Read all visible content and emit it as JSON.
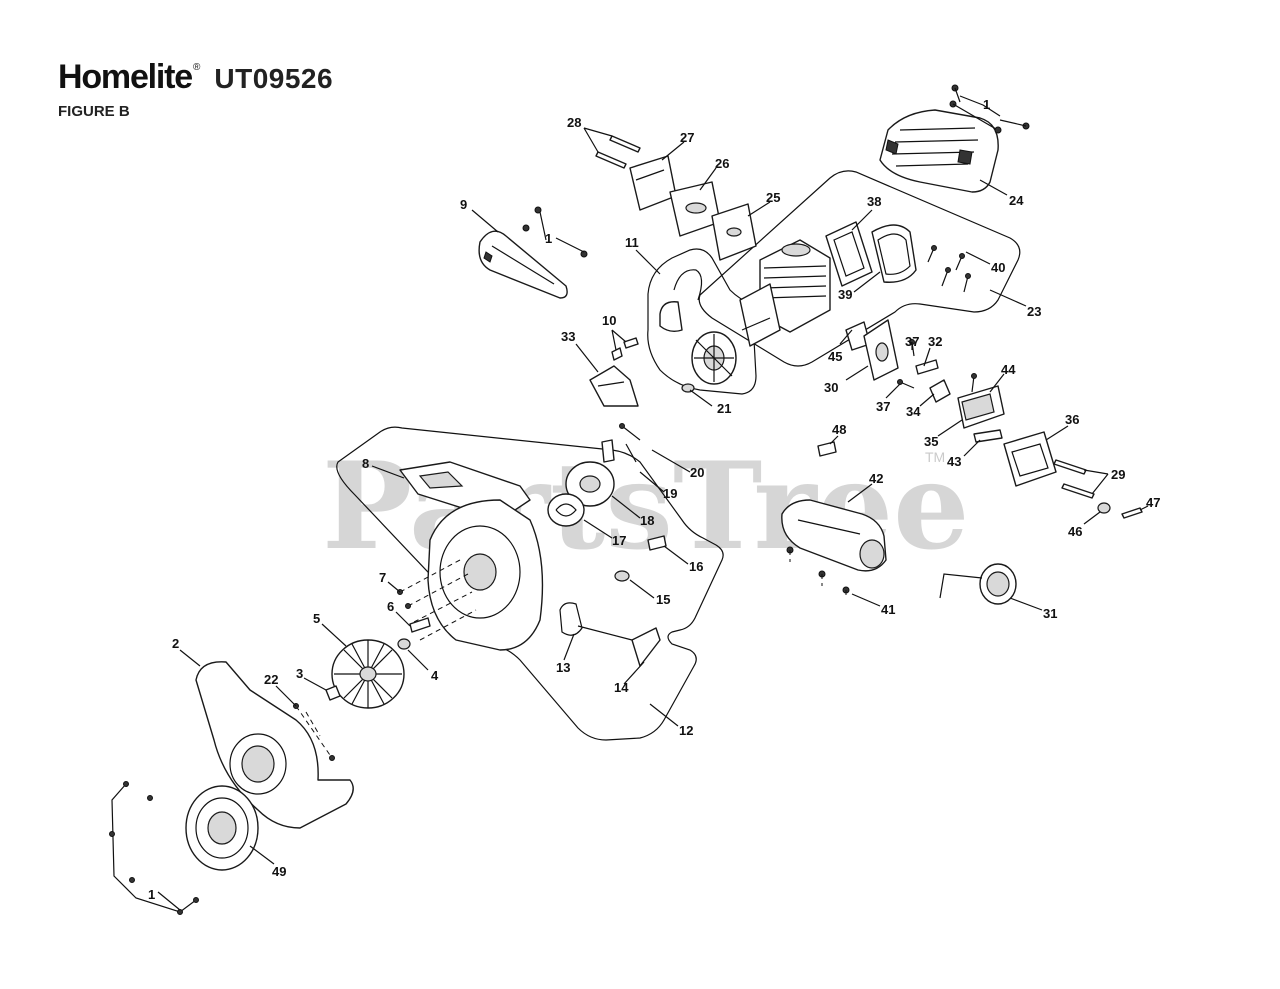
{
  "header": {
    "brand": "Homelite",
    "registered_mark": "®",
    "model": "UT09526",
    "figure": "FIGURE B"
  },
  "watermark": {
    "text": "PartsTree",
    "trademark": "TM"
  },
  "callouts": [
    "1",
    "2",
    "3",
    "4",
    "5",
    "6",
    "7",
    "8",
    "9",
    "10",
    "11",
    "12",
    "13",
    "14",
    "15",
    "16",
    "17",
    "18",
    "19",
    "20",
    "21",
    "22",
    "23",
    "24",
    "25",
    "26",
    "27",
    "28",
    "29",
    "30",
    "31",
    "32",
    "33",
    "34",
    "35",
    "36",
    "37",
    "38",
    "39",
    "40",
    "41",
    "42",
    "43",
    "44",
    "45",
    "46",
    "47",
    "48",
    "49"
  ]
}
